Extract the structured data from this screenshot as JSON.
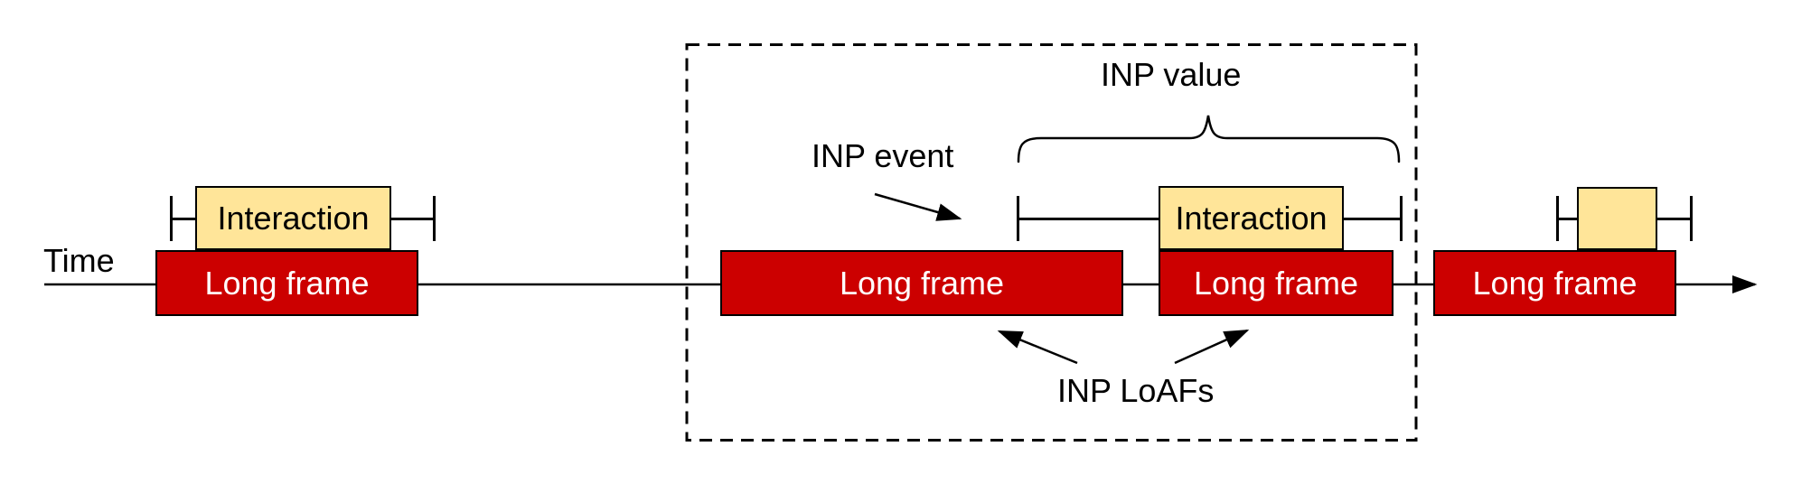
{
  "timeline": {
    "label": "Time"
  },
  "annotations": {
    "inp_value": "INP value",
    "inp_event": "INP event",
    "inp_loafs": "INP LoAFs"
  },
  "frames": [
    {
      "label": "Long frame"
    },
    {
      "label": "Long frame"
    },
    {
      "label": "Long frame"
    },
    {
      "label": "Long frame"
    }
  ],
  "interactions": [
    {
      "label": "Interaction"
    },
    {
      "label": "Interaction"
    },
    {
      "label": ""
    }
  ],
  "colors": {
    "frame_fill": "#cc0000",
    "interaction_fill": "#ffe599",
    "stroke": "#000000",
    "frame_text": "#ffffff",
    "label_text": "#000000"
  }
}
